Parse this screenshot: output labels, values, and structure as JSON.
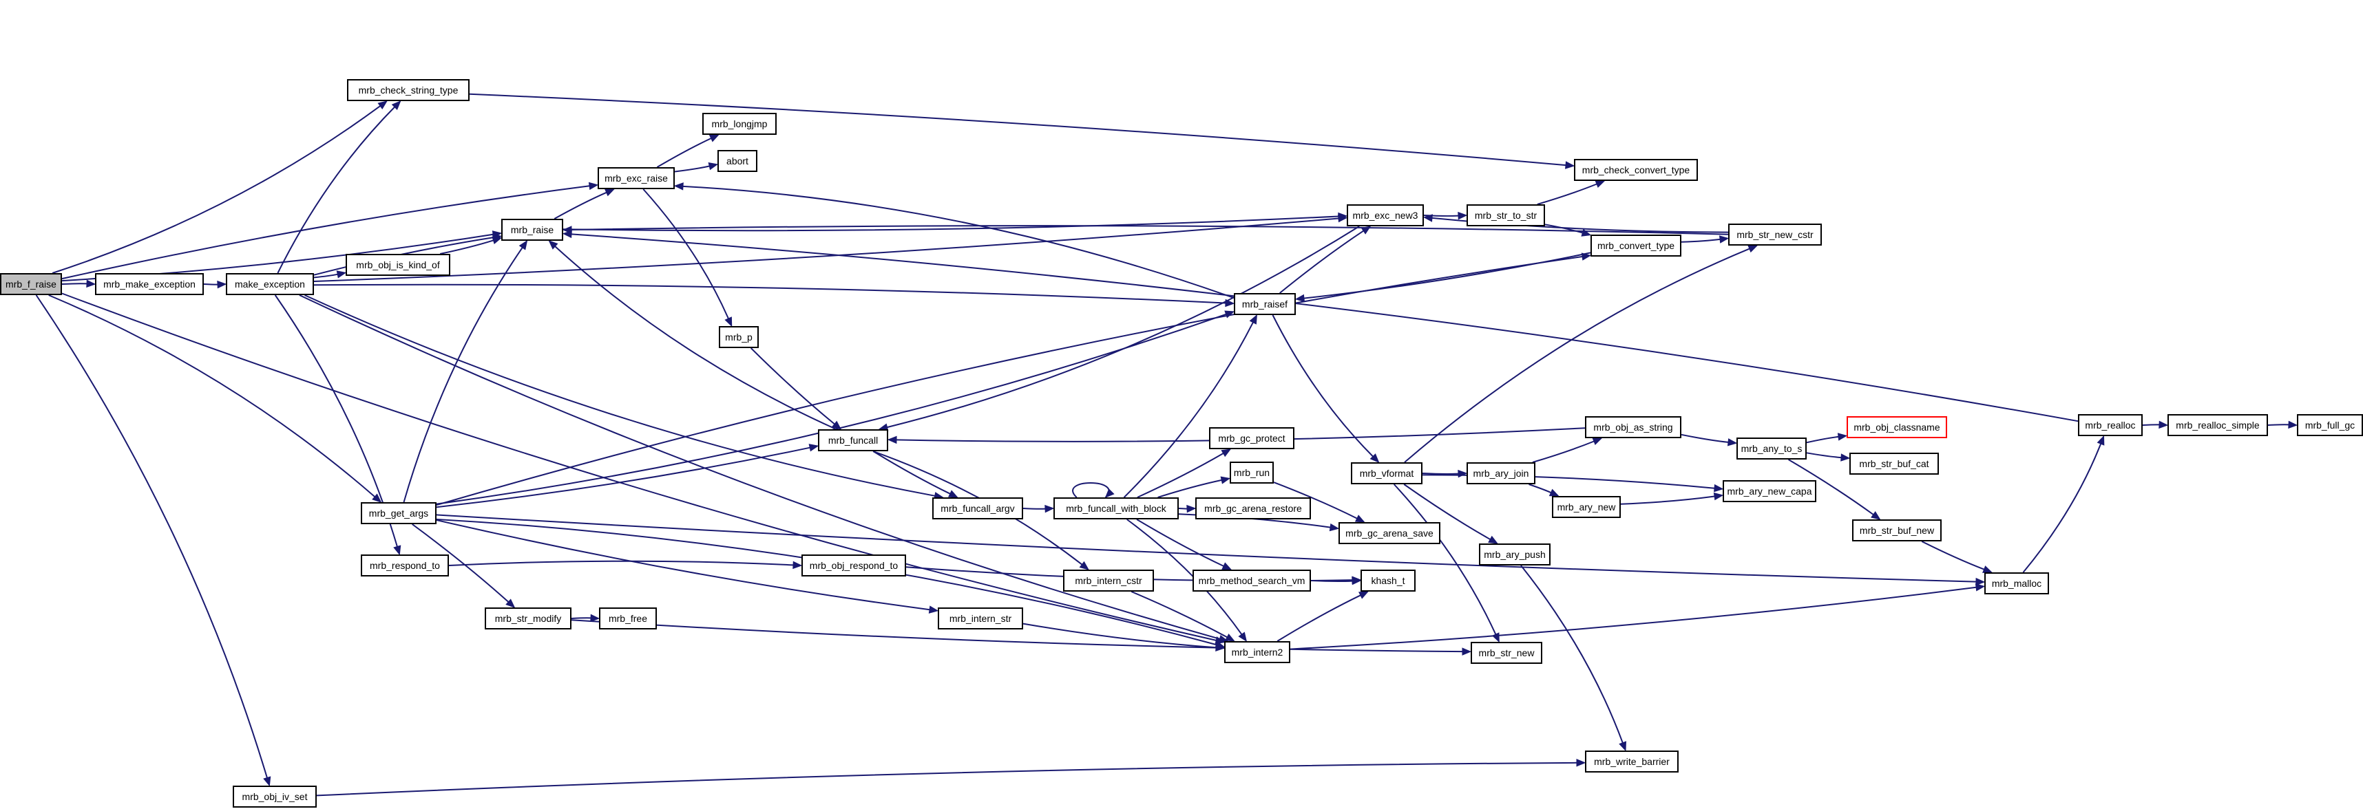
{
  "diagram": {
    "nodes": [
      {
        "id": "mrb_f_raise",
        "label": "mrb_f_raise",
        "style": "root"
      },
      {
        "id": "mrb_make_exception",
        "label": "mrb_make_exception"
      },
      {
        "id": "make_exception",
        "label": "make_exception"
      },
      {
        "id": "mrb_check_string_type",
        "label": "mrb_check_string_type"
      },
      {
        "id": "mrb_obj_is_kind_of",
        "label": "mrb_obj_is_kind_of"
      },
      {
        "id": "mrb_raise",
        "label": "mrb_raise"
      },
      {
        "id": "mrb_exc_raise",
        "label": "mrb_exc_raise"
      },
      {
        "id": "mrb_longjmp",
        "label": "mrb_longjmp"
      },
      {
        "id": "abort",
        "label": "abort"
      },
      {
        "id": "mrb_p",
        "label": "mrb_p"
      },
      {
        "id": "mrb_funcall",
        "label": "mrb_funcall"
      },
      {
        "id": "mrb_funcall_argv",
        "label": "mrb_funcall_argv"
      },
      {
        "id": "mrb_funcall_with_block",
        "label": "mrb_funcall_with_block"
      },
      {
        "id": "mrb_gc_protect",
        "label": "mrb_gc_protect"
      },
      {
        "id": "mrb_run",
        "label": "mrb_run"
      },
      {
        "id": "mrb_gc_arena_restore",
        "label": "mrb_gc_arena_restore"
      },
      {
        "id": "mrb_gc_arena_save",
        "label": "mrb_gc_arena_save"
      },
      {
        "id": "mrb_method_search_vm",
        "label": "mrb_method_search_vm"
      },
      {
        "id": "khash_t",
        "label": "khash_t"
      },
      {
        "id": "mrb_intern_cstr",
        "label": "mrb_intern_cstr"
      },
      {
        "id": "mrb_intern_str",
        "label": "mrb_intern_str"
      },
      {
        "id": "mrb_intern2",
        "label": "mrb_intern2"
      },
      {
        "id": "mrb_get_args",
        "label": "mrb_get_args"
      },
      {
        "id": "mrb_respond_to",
        "label": "mrb_respond_to"
      },
      {
        "id": "mrb_obj_respond_to",
        "label": "mrb_obj_respond_to"
      },
      {
        "id": "mrb_str_modify",
        "label": "mrb_str_modify"
      },
      {
        "id": "mrb_free",
        "label": "mrb_free"
      },
      {
        "id": "mrb_obj_iv_set",
        "label": "mrb_obj_iv_set"
      },
      {
        "id": "mrb_write_barrier",
        "label": "mrb_write_barrier"
      },
      {
        "id": "mrb_exc_new3",
        "label": "mrb_exc_new3"
      },
      {
        "id": "mrb_str_to_str",
        "label": "mrb_str_to_str"
      },
      {
        "id": "mrb_check_convert_type",
        "label": "mrb_check_convert_type"
      },
      {
        "id": "mrb_convert_type",
        "label": "mrb_convert_type"
      },
      {
        "id": "mrb_str_new_cstr",
        "label": "mrb_str_new_cstr"
      },
      {
        "id": "mrb_raisef",
        "label": "mrb_raisef"
      },
      {
        "id": "mrb_vformat",
        "label": "mrb_vformat"
      },
      {
        "id": "mrb_ary_join",
        "label": "mrb_ary_join"
      },
      {
        "id": "mrb_obj_as_string",
        "label": "mrb_obj_as_string"
      },
      {
        "id": "mrb_ary_new",
        "label": "mrb_ary_new"
      },
      {
        "id": "mrb_ary_new_capa",
        "label": "mrb_ary_new_capa"
      },
      {
        "id": "mrb_ary_push",
        "label": "mrb_ary_push"
      },
      {
        "id": "mrb_str_new",
        "label": "mrb_str_new"
      },
      {
        "id": "mrb_any_to_s",
        "label": "mrb_any_to_s"
      },
      {
        "id": "mrb_obj_classname",
        "label": "mrb_obj_classname",
        "style": "truncated"
      },
      {
        "id": "mrb_str_buf_cat",
        "label": "mrb_str_buf_cat"
      },
      {
        "id": "mrb_str_buf_new",
        "label": "mrb_str_buf_new"
      },
      {
        "id": "mrb_malloc",
        "label": "mrb_malloc"
      },
      {
        "id": "mrb_realloc",
        "label": "mrb_realloc"
      },
      {
        "id": "mrb_realloc_simple",
        "label": "mrb_realloc_simple"
      },
      {
        "id": "mrb_full_gc",
        "label": "mrb_full_gc"
      }
    ],
    "edges": [
      [
        "mrb_f_raise",
        "mrb_make_exception"
      ],
      [
        "mrb_f_raise",
        "mrb_check_string_type"
      ],
      [
        "mrb_f_raise",
        "mrb_exc_raise"
      ],
      [
        "mrb_f_raise",
        "mrb_raise"
      ],
      [
        "mrb_f_raise",
        "mrb_get_args"
      ],
      [
        "mrb_f_raise",
        "mrb_intern2"
      ],
      [
        "mrb_f_raise",
        "mrb_obj_iv_set"
      ],
      [
        "mrb_make_exception",
        "make_exception"
      ],
      [
        "make_exception",
        "mrb_check_string_type"
      ],
      [
        "make_exception",
        "mrb_obj_is_kind_of"
      ],
      [
        "make_exception",
        "mrb_raise"
      ],
      [
        "make_exception",
        "mrb_exc_new3"
      ],
      [
        "make_exception",
        "mrb_raisef"
      ],
      [
        "make_exception",
        "mrb_funcall_argv"
      ],
      [
        "make_exception",
        "mrb_respond_to"
      ],
      [
        "make_exception",
        "mrb_intern2"
      ],
      [
        "mrb_check_string_type",
        "mrb_check_convert_type"
      ],
      [
        "mrb_obj_is_kind_of",
        "mrb_raise"
      ],
      [
        "mrb_raise",
        "mrb_exc_raise"
      ],
      [
        "mrb_raise",
        "mrb_exc_new3"
      ],
      [
        "mrb_exc_raise",
        "mrb_longjmp"
      ],
      [
        "mrb_exc_raise",
        "abort"
      ],
      [
        "mrb_exc_raise",
        "mrb_p"
      ],
      [
        "mrb_p",
        "mrb_funcall"
      ],
      [
        "mrb_funcall",
        "mrb_raise"
      ],
      [
        "mrb_funcall",
        "mrb_funcall_argv"
      ],
      [
        "mrb_funcall",
        "mrb_intern_cstr"
      ],
      [
        "mrb_funcall_argv",
        "mrb_funcall_with_block"
      ],
      [
        "mrb_funcall_with_block",
        "mrb_funcall_with_block"
      ],
      [
        "mrb_funcall_with_block",
        "mrb_gc_protect"
      ],
      [
        "mrb_funcall_with_block",
        "mrb_run"
      ],
      [
        "mrb_funcall_with_block",
        "mrb_gc_arena_restore"
      ],
      [
        "mrb_funcall_with_block",
        "mrb_gc_arena_save"
      ],
      [
        "mrb_funcall_with_block",
        "mrb_method_search_vm"
      ],
      [
        "mrb_funcall_with_block",
        "mrb_intern2"
      ],
      [
        "mrb_funcall_with_block",
        "mrb_raisef"
      ],
      [
        "mrb_run",
        "mrb_gc_arena_save"
      ],
      [
        "mrb_method_search_vm",
        "khash_t"
      ],
      [
        "mrb_intern_cstr",
        "mrb_intern2"
      ],
      [
        "mrb_intern_str",
        "mrb_intern2"
      ],
      [
        "mrb_intern2",
        "khash_t"
      ],
      [
        "mrb_intern2",
        "mrb_malloc"
      ],
      [
        "mrb_get_args",
        "mrb_raise"
      ],
      [
        "mrb_get_args",
        "mrb_raisef"
      ],
      [
        "mrb_get_args",
        "mrb_convert_type"
      ],
      [
        "mrb_get_args",
        "mrb_funcall"
      ],
      [
        "mrb_get_args",
        "mrb_str_modify"
      ],
      [
        "mrb_get_args",
        "mrb_intern_str"
      ],
      [
        "mrb_get_args",
        "mrb_intern2"
      ],
      [
        "mrb_get_args",
        "mrb_malloc"
      ],
      [
        "mrb_respond_to",
        "mrb_obj_respond_to"
      ],
      [
        "mrb_obj_respond_to",
        "khash_t"
      ],
      [
        "mrb_str_modify",
        "mrb_free"
      ],
      [
        "mrb_str_modify",
        "mrb_str_new"
      ],
      [
        "mrb_obj_iv_set",
        "mrb_write_barrier"
      ],
      [
        "mrb_exc_new3",
        "mrb_str_to_str"
      ],
      [
        "mrb_exc_new3",
        "mrb_funcall"
      ],
      [
        "mrb_str_to_str",
        "mrb_check_convert_type"
      ],
      [
        "mrb_str_to_str",
        "mrb_convert_type"
      ],
      [
        "mrb_convert_type",
        "mrb_str_new_cstr"
      ],
      [
        "mrb_convert_type",
        "mrb_raisef"
      ],
      [
        "mrb_str_new_cstr",
        "mrb_raise"
      ],
      [
        "mrb_str_new_cstr",
        "mrb_exc_new3"
      ],
      [
        "mrb_raisef",
        "mrb_exc_raise"
      ],
      [
        "mrb_raisef",
        "mrb_exc_new3"
      ],
      [
        "mrb_raisef",
        "mrb_vformat"
      ],
      [
        "mrb_vformat",
        "mrb_str_new_cstr"
      ],
      [
        "mrb_vformat",
        "mrb_ary_join"
      ],
      [
        "mrb_vformat",
        "mrb_ary_new_capa"
      ],
      [
        "mrb_vformat",
        "mrb_ary_push"
      ],
      [
        "mrb_vformat",
        "mrb_str_new"
      ],
      [
        "mrb_ary_join",
        "mrb_obj_as_string"
      ],
      [
        "mrb_ary_join",
        "mrb_ary_new"
      ],
      [
        "mrb_ary_new",
        "mrb_ary_new_capa"
      ],
      [
        "mrb_obj_as_string",
        "mrb_funcall"
      ],
      [
        "mrb_obj_as_string",
        "mrb_any_to_s"
      ],
      [
        "mrb_any_to_s",
        "mrb_obj_classname"
      ],
      [
        "mrb_any_to_s",
        "mrb_str_buf_cat"
      ],
      [
        "mrb_any_to_s",
        "mrb_str_buf_new"
      ],
      [
        "mrb_str_buf_new",
        "mrb_malloc"
      ],
      [
        "mrb_ary_push",
        "mrb_write_barrier"
      ],
      [
        "mrb_malloc",
        "mrb_realloc"
      ],
      [
        "mrb_realloc",
        "mrb_realloc_simple"
      ],
      [
        "mrb_realloc",
        "mrb_raise"
      ],
      [
        "mrb_realloc_simple",
        "mrb_full_gc"
      ]
    ]
  }
}
